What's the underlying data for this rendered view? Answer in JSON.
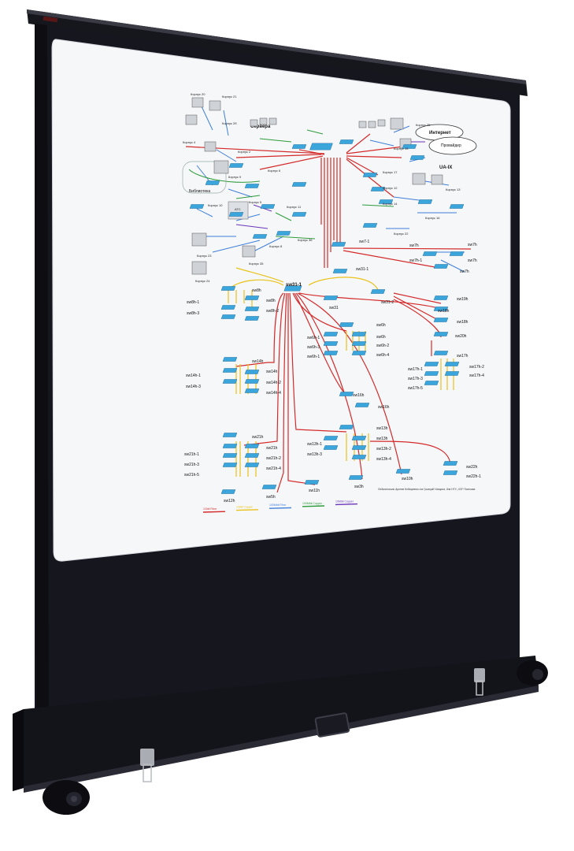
{
  "scene": {
    "subject": "Portable pull-up projector screen showing a network topology diagram",
    "colors": {
      "screen_case": "#15151c",
      "screen_surface": "#f7f8fa",
      "fiber_link": "#d42a2a",
      "copper_1g": "#e9c21a",
      "copper_100m": "#3f7fd9",
      "copper_100m_alt": "#2d9c3a",
      "copper_10m": "#6a35b8",
      "switch_color": "#3aa6dc"
    }
  },
  "diagram": {
    "title_servers": "Сервера",
    "internet": "Интернет",
    "provider": "Провайдер",
    "ua_ix": "UA-IX",
    "library": "Библиотека",
    "ats": "АТС",
    "buildings": [
      "Корпус 20",
      "Корпус 21",
      "Корпус 2б",
      "Корпус 2",
      "Корпус 4",
      "Корпус 9",
      "Корпус 6",
      "Корпус 10",
      "Корпус 5",
      "Корпус 11",
      "Корпус 23",
      "Корпус 24",
      "Корпус 35",
      "Корпус 36",
      "Корпус 8",
      "Корпус 15",
      "Корпус 17",
      "Корпус 12",
      "Корпус 14",
      "Корпус 16",
      "Корпус 22",
      "Корпус 13",
      "Корпус 25"
    ],
    "switches": {
      "sw31_1": "sw31-1",
      "sw31": "sw31",
      "sw31_2": "sw31-2",
      "sw7_1": "sw7-1",
      "sw7h": "sw7h",
      "sw7h_1": "sw7h-1",
      "sw8h": "sw8h",
      "sw8h_1": "sw8h-1",
      "sw8h_2": "sw8h-2",
      "sw8h_3": "sw8h-3",
      "sw6h": "sw6h",
      "sw6h_1": "sw6h-1",
      "sw6h_2": "sw6h-2",
      "sw6h_3": "sw6h-3",
      "sw6h_4": "sw6h-4",
      "sw14h": "sw14h",
      "sw14h_1": "sw14h-1",
      "sw14h_2": "sw14h-2",
      "sw14h_3": "sw14h-3",
      "sw14h_4": "sw14h-4",
      "sw16h": "sw16h",
      "sw18h": "sw18h",
      "sw19h": "sw19h",
      "sw20h": "sw20h",
      "sw17h": "sw17h",
      "sw17h_1": "sw17h-1",
      "sw17h_2": "sw17h-2",
      "sw17h_3": "sw17h-3",
      "sw17h_4": "sw17h-4",
      "sw17h_5": "sw17h-5",
      "sw21h": "sw21h",
      "sw21h_1": "sw21h-1",
      "sw21h_2": "sw21h-2",
      "sw21h_3": "sw21h-3",
      "sw21h_4": "sw21h-4",
      "sw21h_5": "sw21h-5",
      "sw13h": "sw13h",
      "sw13h_1": "sw13h-1",
      "sw13h_2": "sw13h-2",
      "sw13h_3": "sw13h-3",
      "sw13h_4": "sw13h-4",
      "sw12h": "sw12h",
      "sw5h": "sw5h",
      "sw11h": "sw11h",
      "sw3h": "sw3h",
      "sw10h": "sw10h",
      "sw22h": "sw22h",
      "sw22h_1": "sw22h-1"
    },
    "legend": [
      {
        "label": "1Gbit Fiber",
        "color": "#d42a2a"
      },
      {
        "label": "1Gbit Copper",
        "color": "#e9c21a"
      },
      {
        "label": "100Mbit Fiber",
        "color": "#3f7fd9"
      },
      {
        "label": "100Mbit Copper",
        "color": "#2d9c3a"
      },
      {
        "label": "10Mbit Copper",
        "color": "#6a35b8"
      }
    ],
    "credit": "Подготовили Артем Кобзаренко та Григорій Назаров, для НТУ „ХПІ“ Полтава"
  }
}
